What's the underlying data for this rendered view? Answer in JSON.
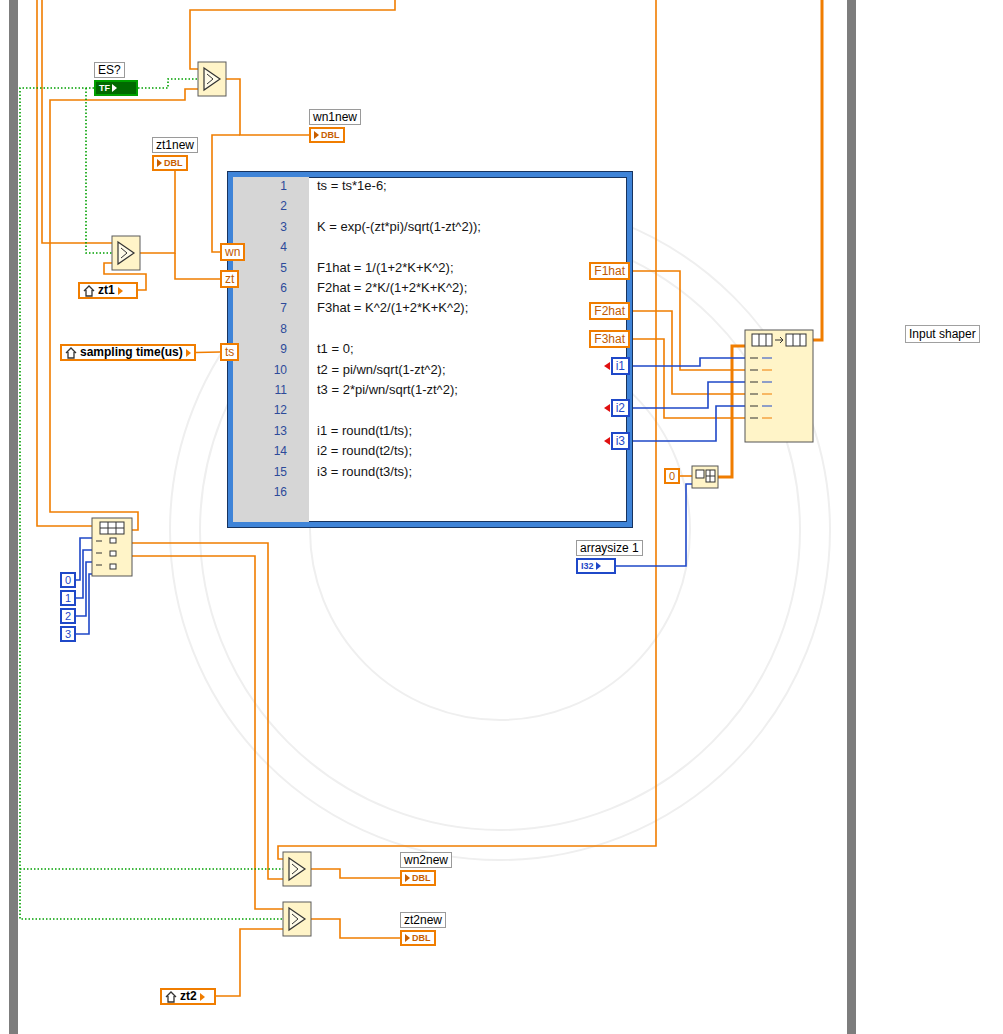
{
  "diagram": {
    "nodes": [
      {
        "text": [
          "ES?",
          "TF"
        ]
      },
      {
        "text": [
          "wn1new",
          "DBL"
        ]
      },
      {
        "text": [
          "zt1new",
          "DBL"
        ]
      },
      {
        "text": [
          "ts = ts*1e-6;",
          "K = exp(-(zt*pi)/sqrt(1-zt^2));",
          "F1hat = 1/(1+2*K+K^2);",
          "F2hat = 2*K/(1+2*K+K^2);",
          "F3hat = K^2/(1+2*K+K^2);",
          "t1 = 0;",
          "t2 = pi/wn/sqrt(1-zt^2);",
          "t3 = 2*pi/wn/sqrt(1-zt^2);",
          "i1 = round(t1/ts);",
          "i2 = round(t2/ts);",
          "i3 = round(t3/ts);"
        ]
      },
      {
        "text": [
          "wn"
        ],
        "in": 3
      },
      {
        "text": [
          "zt"
        ],
        "in": 3
      },
      {
        "text": [
          "ts"
        ],
        "in": 3
      },
      {
        "text": [
          "F1hat"
        ],
        "in": 3
      },
      {
        "text": [
          "F2hat"
        ],
        "in": 3
      },
      {
        "text": [
          "F3hat"
        ],
        "in": 3
      },
      {
        "text": [
          "i1"
        ],
        "in": 3
      },
      {
        "text": [
          "i2"
        ],
        "in": 3
      },
      {
        "text": [
          "i3"
        ],
        "in": 3
      },
      {
        "text": [
          "zt1"
        ]
      },
      {
        "text": [
          "sampling time(us)"
        ]
      },
      {
        "text": [
          "Input shaper"
        ]
      },
      {
        "text": [
          "0"
        ]
      },
      {
        "text": [
          "0"
        ]
      },
      {
        "text": [
          "1"
        ]
      },
      {
        "text": [
          "2"
        ]
      },
      {
        "text": [
          "3"
        ]
      },
      {
        "text": [
          "arraysize 1",
          "I32"
        ]
      },
      {
        "text": [
          "wn2new",
          "DBL"
        ]
      },
      {
        "text": [
          "zt2new",
          "DBL"
        ]
      },
      {
        "text": [
          "zt2"
        ]
      }
    ],
    "edges": [
      {
        "from": 14,
        "to": 6,
        "arrow": "none"
      }
    ],
    "labels": [
      "1",
      "2",
      "3",
      "4",
      "5",
      "6",
      "7",
      "8",
      "9",
      "10",
      "11",
      "12",
      "13",
      "14",
      "15",
      "16"
    ]
  }
}
